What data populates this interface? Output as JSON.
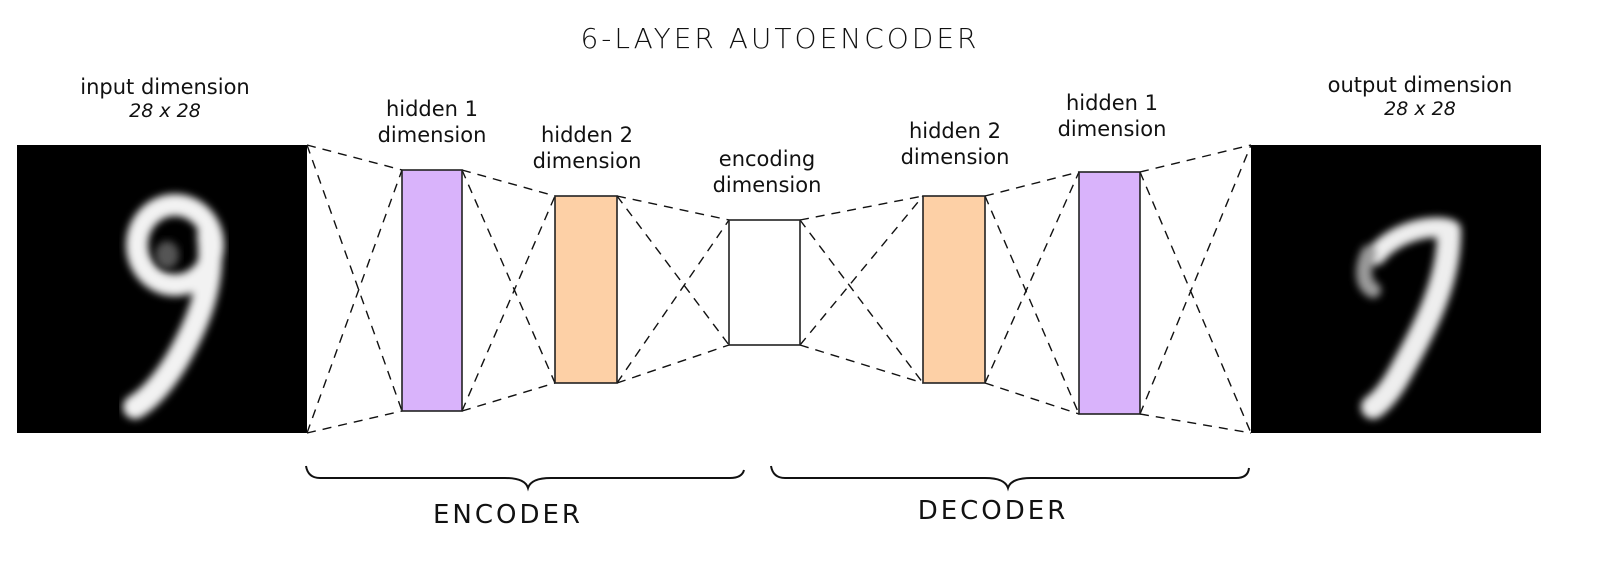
{
  "title": "6-LAYER AUTOENCODER",
  "input": {
    "label": "input dimension",
    "size": "28 x 28"
  },
  "output": {
    "label": "output dimension",
    "size": "28 x 28"
  },
  "encoder": {
    "label": "ENCODER",
    "layers": [
      {
        "label": "hidden 1",
        "sub": "dimension",
        "color": "#d9b3fb"
      },
      {
        "label": "hidden 2",
        "sub": "dimension",
        "color": "#fdd0a6"
      }
    ]
  },
  "bottleneck": {
    "label": "encoding",
    "sub": "dimension",
    "color": "#ffffff"
  },
  "decoder": {
    "label": "DECODER",
    "layers": [
      {
        "label": "hidden 2",
        "sub": "dimension",
        "color": "#fdd0a6"
      },
      {
        "label": "hidden 1",
        "sub": "dimension",
        "color": "#d9b3fb"
      }
    ]
  }
}
